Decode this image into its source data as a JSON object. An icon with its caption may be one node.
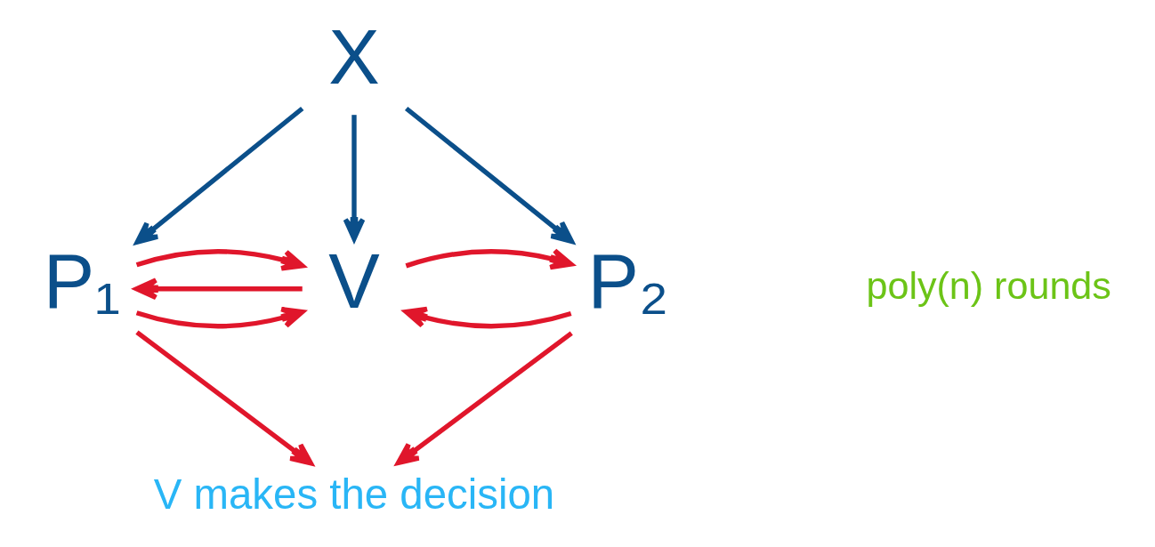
{
  "diagram": {
    "nodes": [
      {
        "text": [
          "X"
        ]
      },
      {
        "text": [
          "P₁"
        ]
      },
      {
        "text": [
          "V"
        ]
      },
      {
        "text": [
          "P₂"
        ]
      },
      {
        "text": [
          "V makes the decision"
        ]
      }
    ],
    "edges": [
      {
        "from": 0,
        "to": 1,
        "arrow": "to",
        "color": "#0b4f8a"
      },
      {
        "from": 0,
        "to": 2,
        "arrow": "to",
        "color": "#0b4f8a"
      },
      {
        "from": 0,
        "to": 3,
        "arrow": "to",
        "color": "#0b4f8a"
      },
      {
        "from": 1,
        "to": 2,
        "arrow": "to"
      },
      {
        "from": 2,
        "to": 1,
        "arrow": "to"
      },
      {
        "from": 1,
        "to": 2,
        "arrow": "to"
      },
      {
        "from": 3,
        "to": 2,
        "arrow": "to"
      },
      {
        "from": 2,
        "to": 3,
        "arrow": "to"
      },
      {
        "from": 1,
        "to": 4,
        "arrow": "to"
      },
      {
        "from": 3,
        "to": 4,
        "arrow": "to"
      }
    ],
    "labels": [
      "poly(n) rounds"
    ]
  }
}
